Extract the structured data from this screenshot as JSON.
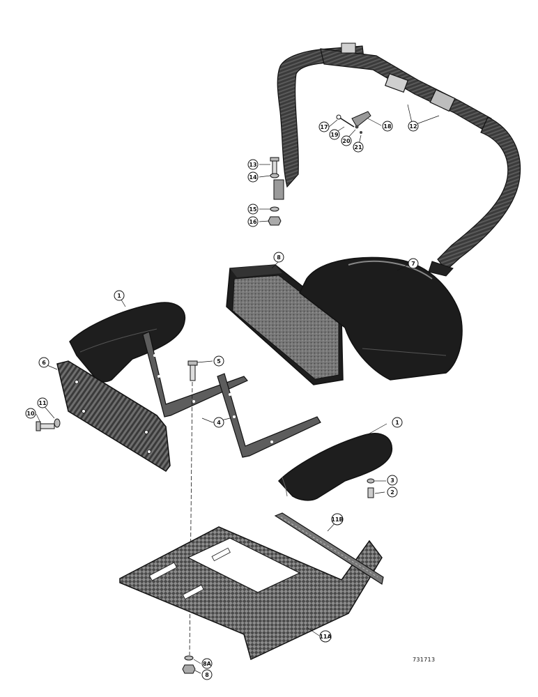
{
  "figure": {
    "reference_number": "731713",
    "callouts": [
      {
        "id": "c1a",
        "label": "1"
      },
      {
        "id": "c1b",
        "label": "1"
      },
      {
        "id": "c2",
        "label": "2"
      },
      {
        "id": "c3",
        "label": "3"
      },
      {
        "id": "c4",
        "label": "4"
      },
      {
        "id": "c5",
        "label": "5"
      },
      {
        "id": "c6",
        "label": "6"
      },
      {
        "id": "c7",
        "label": "7"
      },
      {
        "id": "c8",
        "label": "8"
      },
      {
        "id": "c8b",
        "label": "8"
      },
      {
        "id": "c8a",
        "label": "8A"
      },
      {
        "id": "c10",
        "label": "10"
      },
      {
        "id": "c11",
        "label": "11"
      },
      {
        "id": "c11a",
        "label": "11A"
      },
      {
        "id": "c11b",
        "label": "11B"
      },
      {
        "id": "c12",
        "label": "12"
      },
      {
        "id": "c13",
        "label": "13"
      },
      {
        "id": "c14",
        "label": "14"
      },
      {
        "id": "c15",
        "label": "15"
      },
      {
        "id": "c16",
        "label": "16"
      },
      {
        "id": "c17",
        "label": "17"
      },
      {
        "id": "c18",
        "label": "18"
      },
      {
        "id": "c19",
        "label": "19"
      },
      {
        "id": "c20",
        "label": "20"
      },
      {
        "id": "c21",
        "label": "21"
      }
    ]
  }
}
